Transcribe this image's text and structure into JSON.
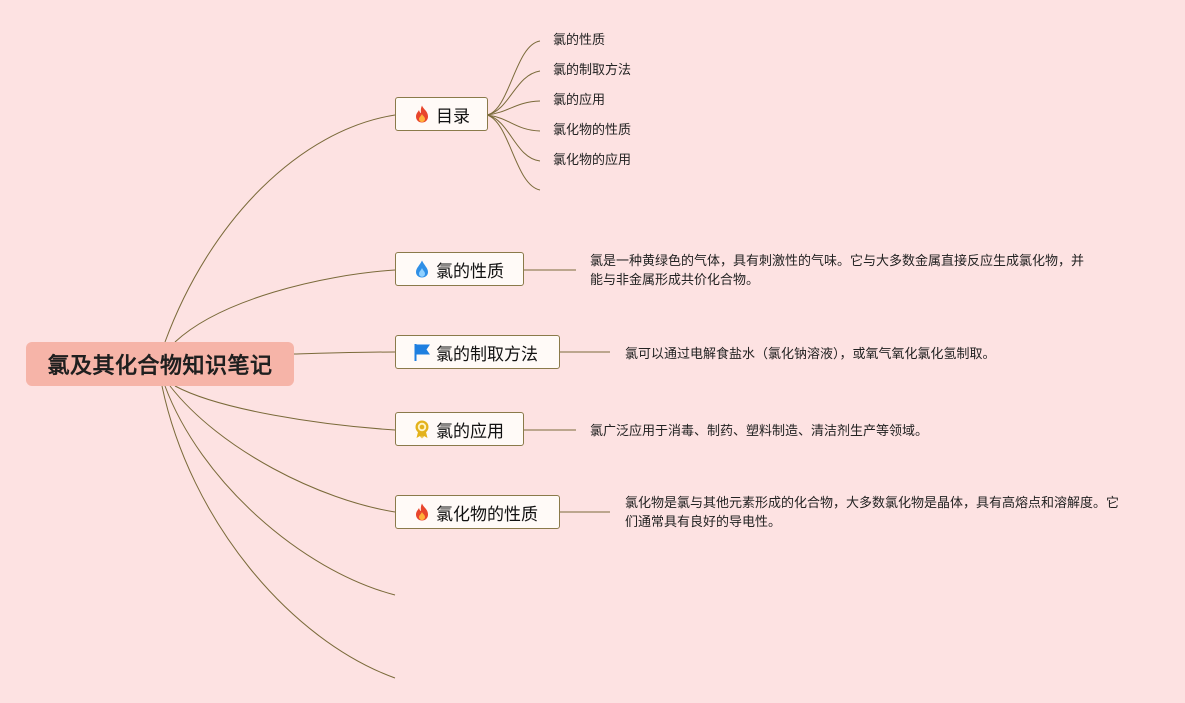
{
  "root": {
    "title": "氯及其化合物知识笔记"
  },
  "branches": [
    {
      "label": "目录",
      "icon": "fire-icon",
      "children": [
        "氯的性质",
        "氯的制取方法",
        "氯的应用",
        "氯化物的性质",
        "氯化物的应用"
      ]
    },
    {
      "label": "氯的性质",
      "icon": "water-drop-icon",
      "description": "氯是一种黄绿色的气体，具有刺激性的气味。它与大多数金属直接反应生成氯化物，并能与非金属形成共价化合物。"
    },
    {
      "label": "氯的制取方法",
      "icon": "flag-icon",
      "description": "氯可以通过电解食盐水（氯化钠溶液），或氧气氧化氯化氢制取。"
    },
    {
      "label": "氯的应用",
      "icon": "award-ribbon-icon",
      "description": "氯广泛应用于消毒、制药、塑料制造、清洁剂生产等领域。"
    },
    {
      "label": "氯化物的性质",
      "icon": "fire-icon",
      "description": "氯化物是氯与其他元素形成的化合物，大多数氯化物是晶体，具有高熔点和溶解度。它们通常具有良好的导电性。"
    }
  ],
  "colors": {
    "background": "#fde2e2",
    "root_fill": "#f6b4a8",
    "connector": "#7a6a3a",
    "node_border": "#8a7a4a",
    "node_fill": "#fffaf7",
    "fire_icon": "#e8452c",
    "water_drop_icon": "#2f8fe6",
    "flag_icon": "#1e7fe0",
    "award_icon": "#e3b21c"
  }
}
